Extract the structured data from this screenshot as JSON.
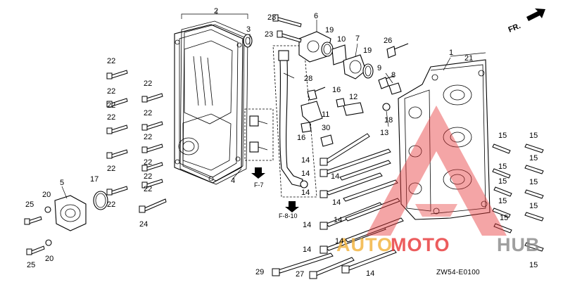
{
  "diagram_code": "ZW54-E0100",
  "direction_label": "FR.",
  "references": {
    "ref_a": "F-7",
    "ref_b": "F-8-10"
  },
  "watermark": {
    "part1": "AUTO",
    "part2": "MOTO",
    "part3": "HUB",
    "color_main": "#e8393a",
    "color_accent": "#f2b33d"
  },
  "callouts": [
    {
      "n": "1"
    },
    {
      "n": "2"
    },
    {
      "n": "3"
    },
    {
      "n": "4"
    },
    {
      "n": "5"
    },
    {
      "n": "6"
    },
    {
      "n": "7"
    },
    {
      "n": "8"
    },
    {
      "n": "9"
    },
    {
      "n": "10"
    },
    {
      "n": "11"
    },
    {
      "n": "12"
    },
    {
      "n": "13"
    },
    {
      "n": "14"
    },
    {
      "n": "14"
    },
    {
      "n": "14"
    },
    {
      "n": "14"
    },
    {
      "n": "14"
    },
    {
      "n": "14"
    },
    {
      "n": "14"
    },
    {
      "n": "14"
    },
    {
      "n": "14"
    },
    {
      "n": "14"
    },
    {
      "n": "15"
    },
    {
      "n": "15"
    },
    {
      "n": "15"
    },
    {
      "n": "15"
    },
    {
      "n": "15"
    },
    {
      "n": "15"
    },
    {
      "n": "15"
    },
    {
      "n": "15"
    },
    {
      "n": "15"
    },
    {
      "n": "15"
    },
    {
      "n": "16"
    },
    {
      "n": "16"
    },
    {
      "n": "17"
    },
    {
      "n": "18"
    },
    {
      "n": "19"
    },
    {
      "n": "19"
    },
    {
      "n": "20"
    },
    {
      "n": "20"
    },
    {
      "n": "21"
    },
    {
      "n": "22"
    },
    {
      "n": "22"
    },
    {
      "n": "22"
    },
    {
      "n": "22"
    },
    {
      "n": "22"
    },
    {
      "n": "22"
    },
    {
      "n": "22"
    },
    {
      "n": "22"
    },
    {
      "n": "22"
    },
    {
      "n": "22"
    },
    {
      "n": "22"
    },
    {
      "n": "22"
    },
    {
      "n": "23"
    },
    {
      "n": "23"
    },
    {
      "n": "24"
    },
    {
      "n": "25"
    },
    {
      "n": "25"
    },
    {
      "n": "26"
    },
    {
      "n": "27"
    },
    {
      "n": "28"
    },
    {
      "n": "29"
    },
    {
      "n": "30"
    }
  ],
  "icons": [
    "direction-arrow-icon",
    "reference-arrow-icon"
  ]
}
